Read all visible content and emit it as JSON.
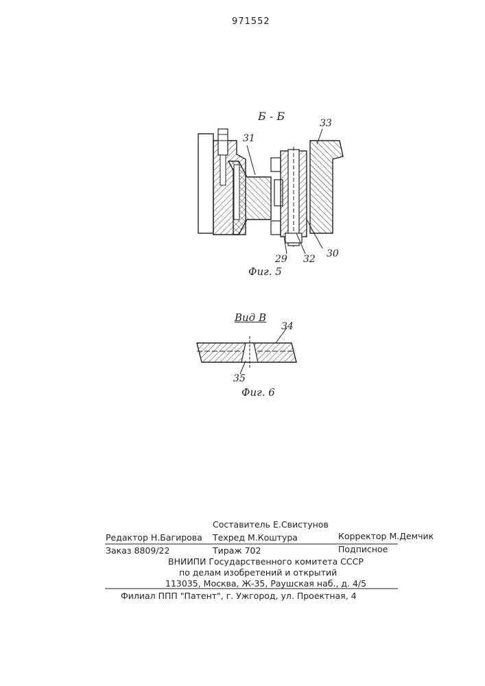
{
  "header": {
    "patent_number": "971552"
  },
  "figure5": {
    "section_label": "Б - Б",
    "caption": "Фиг. 5",
    "callouts": [
      "31",
      "33",
      "29",
      "32",
      "30"
    ]
  },
  "figure6": {
    "view_label": "Вид В",
    "caption": "Фиг. 6",
    "callouts": [
      "34",
      "35"
    ]
  },
  "footer": {
    "compiler": "Составитель Е.Свистунов",
    "editor": "Редактор Н.Багирова",
    "techred": "Техред М.Коштура",
    "corrector": "Корректор М.Демчик",
    "order": "Заказ 8809/22",
    "circulation": "Тираж 702",
    "subscription": "Подписное",
    "org_line1": "ВНИИПИ Государственного комитета СССР",
    "org_line2": "по делам изобретений и открытий",
    "address": "113035, Москва, Ж-35, Раушская наб., д. 4/5",
    "branch": "Филиал ППП \"Патент\", г. Ужгород, ул. Проектная, 4"
  }
}
